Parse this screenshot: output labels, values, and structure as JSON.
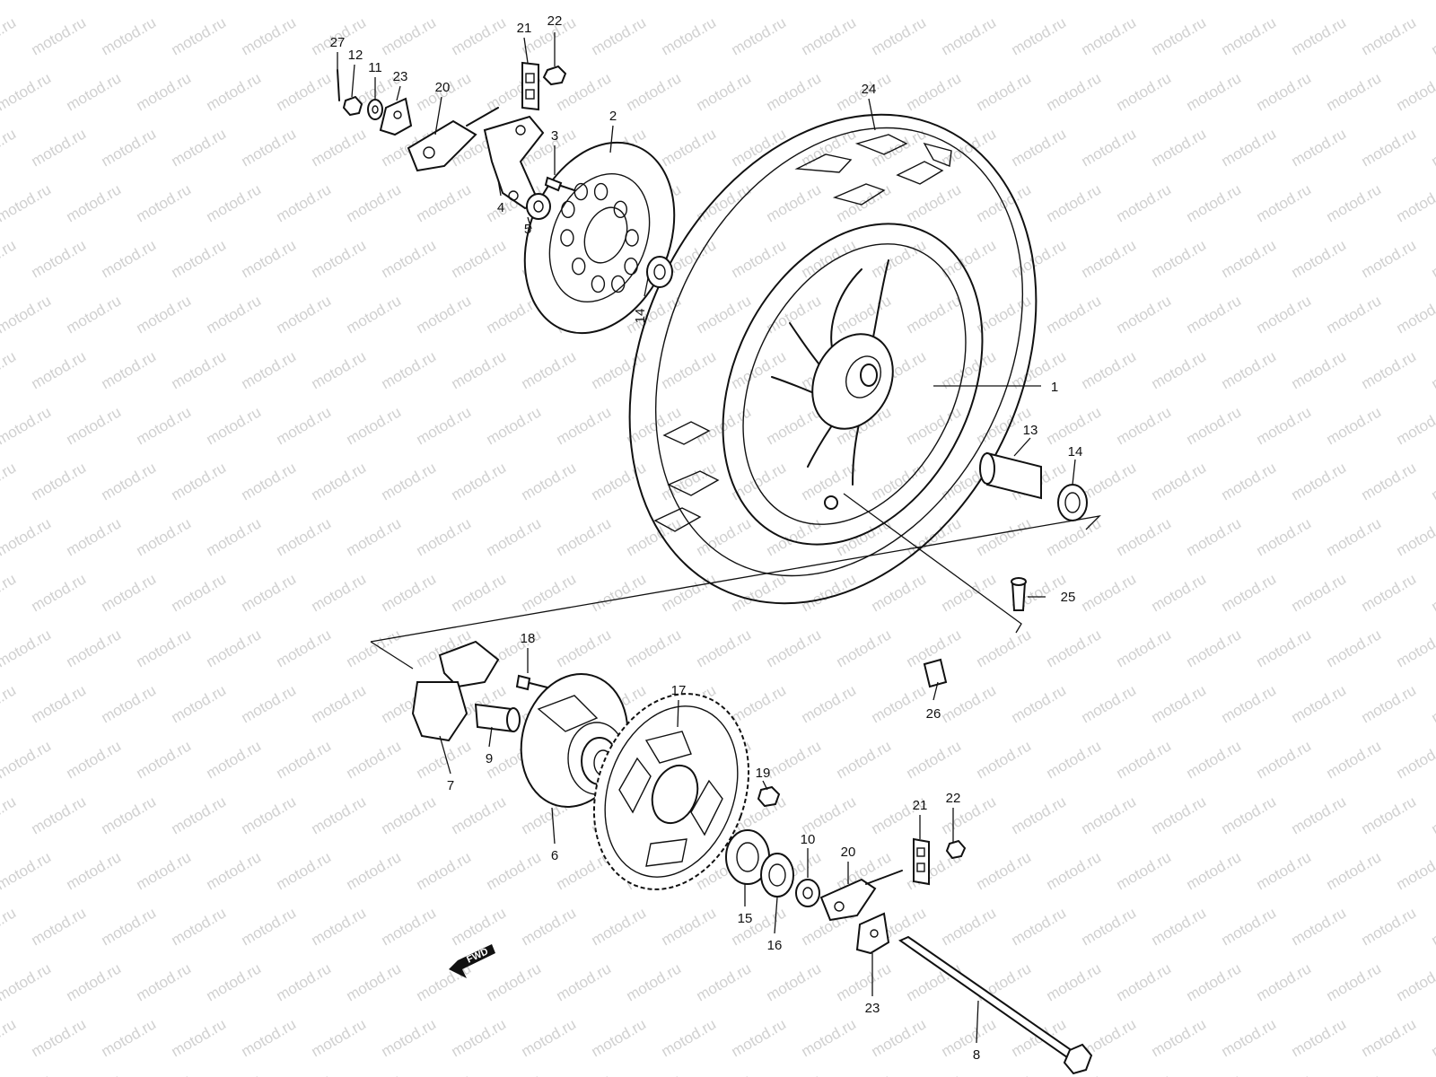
{
  "watermark": "motod.ru",
  "callouts": {
    "c1": "1",
    "c2": "2",
    "c3": "3",
    "c4": "4",
    "c5": "5",
    "c6": "6",
    "c7": "7",
    "c8": "8",
    "c9": "9",
    "c10": "10",
    "c11": "11",
    "c12": "12",
    "c13": "13",
    "c14a": "14",
    "c14b": "14",
    "c15": "15",
    "c16": "16",
    "c17": "17",
    "c18": "18",
    "c19": "19",
    "c20a": "20",
    "c20b": "20",
    "c21a": "21",
    "c21b": "21",
    "c22a": "22",
    "c22b": "22",
    "c23a": "23",
    "c23b": "23",
    "c24": "24",
    "c25": "25",
    "c26": "26",
    "c27": "27"
  },
  "fwd_label": "FWD"
}
